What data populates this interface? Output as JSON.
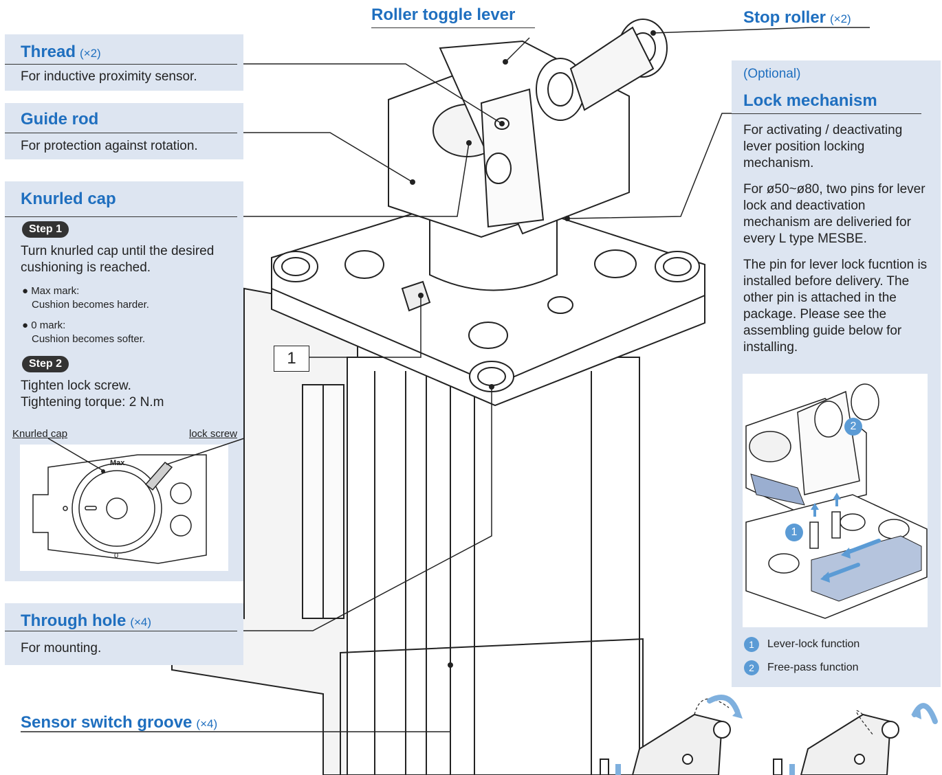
{
  "colors": {
    "panel": "#dde5f1",
    "title": "#1f6fbf",
    "badge": "#5b9bd5"
  },
  "labels": {
    "roller_toggle_lever": "Roller toggle lever",
    "stop_roller": {
      "title": "Stop roller",
      "mult": "(×2)"
    },
    "thread": {
      "title": "Thread",
      "mult": "(×2)",
      "desc": "For inductive proximity sensor."
    },
    "guide_rod": {
      "title": "Guide rod",
      "desc": "For protection against rotation."
    },
    "knurled_cap": {
      "title": "Knurled cap",
      "step1": "Step 1",
      "step1_text": "Turn knurled cap until the desired cushioning is reached.",
      "bullet1_title": "● Max mark:",
      "bullet1_text": "Cushion becomes harder.",
      "bullet2_title": "● 0 mark:",
      "bullet2_text": "Cushion becomes softer.",
      "step2": "Step 2",
      "step2_text1": "Tighten lock screw.",
      "step2_text2": "Tightening torque: 2 N.m",
      "inset_label_left": "Knurled cap",
      "inset_label_right": "lock screw",
      "inset_max": "Max",
      "inset_zero": "0"
    },
    "through_hole": {
      "title": "Through hole",
      "mult": "(×4)",
      "desc": "For mounting."
    },
    "sensor_switch_groove": {
      "title": "Sensor switch groove",
      "mult": "(×4)"
    },
    "part_box_number": "1",
    "lock_mechanism": {
      "optional": "(Optional)",
      "title": "Lock mechanism",
      "p1": "For activating / deactivating lever position locking mechanism.",
      "p2": "For ø50~ø80, two pins for lever lock and deactivation mechanism are deliveried for every L type MESBE.",
      "p3": "The pin for lever lock fucntion is installed before delivery. The other pin is attached in the package. Please see the assembling guide below for installing.",
      "legend1_num": "1",
      "legend1": "Lever-lock function",
      "legend2_num": "2",
      "legend2": "Free-pass function",
      "inset_num1": "1",
      "inset_num2": "2"
    }
  }
}
